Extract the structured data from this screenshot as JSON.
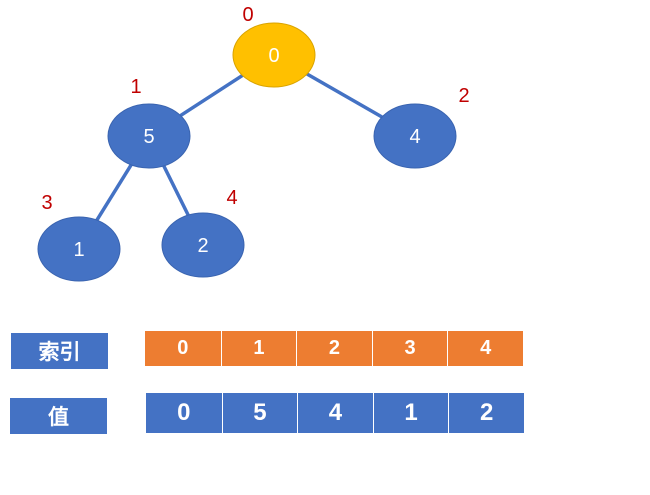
{
  "colors": {
    "node_fill": "#4472c4",
    "root_fill": "#ffc000",
    "edge": "#4472c4",
    "index_label": "#c00000",
    "index_row_fill": "#ed7d31",
    "value_row_fill": "#4472c4",
    "text": "#ffffff"
  },
  "tree": {
    "nodes": [
      {
        "id": "n0",
        "index": "0",
        "value": "0",
        "highlight": true
      },
      {
        "id": "n1",
        "index": "1",
        "value": "5",
        "highlight": false
      },
      {
        "id": "n2",
        "index": "2",
        "value": "4",
        "highlight": false
      },
      {
        "id": "n3",
        "index": "3",
        "value": "1",
        "highlight": false
      },
      {
        "id": "n4",
        "index": "4",
        "value": "2",
        "highlight": false
      }
    ],
    "edges": [
      {
        "from": "n0",
        "to": "n1"
      },
      {
        "from": "n0",
        "to": "n2"
      },
      {
        "from": "n1",
        "to": "n3"
      },
      {
        "from": "n1",
        "to": "n4"
      }
    ]
  },
  "table": {
    "index_label": "索引",
    "value_label": "值",
    "indices": [
      "0",
      "1",
      "2",
      "3",
      "4"
    ],
    "values": [
      "0",
      "5",
      "4",
      "1",
      "2"
    ]
  }
}
